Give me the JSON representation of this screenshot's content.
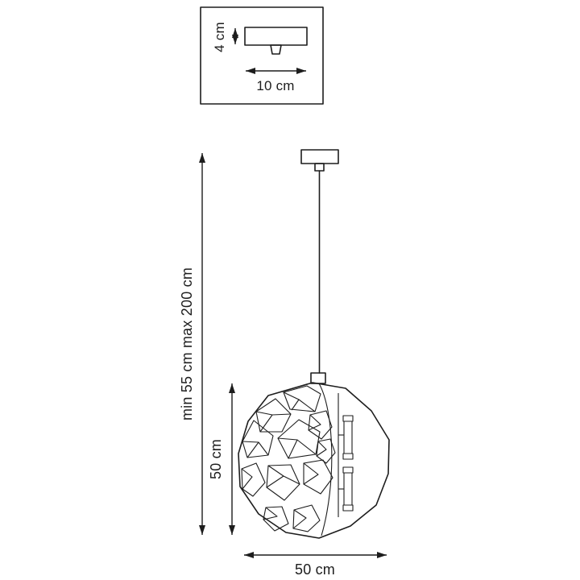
{
  "colors": {
    "line": "#1d1d1d",
    "background": "#ffffff"
  },
  "inset_detail": {
    "canopy_height_label": "4 cm",
    "canopy_width_label": "10 cm"
  },
  "dimensions": {
    "suspension_height_label": "min 55 cm max 200 cm",
    "shade_height_label": "50 cm",
    "shade_width_label": "50 cm"
  }
}
